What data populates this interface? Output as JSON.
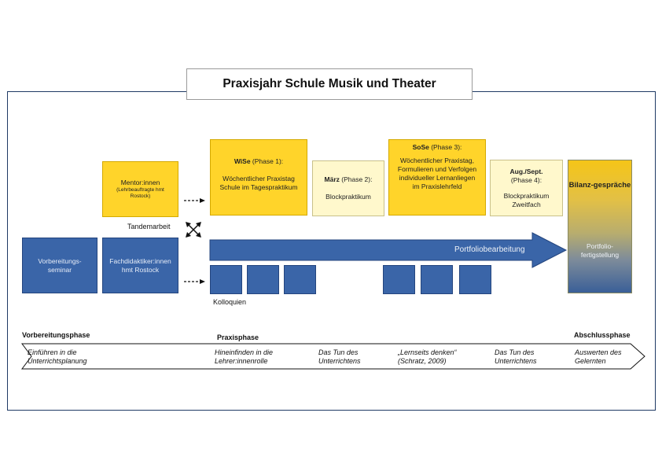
{
  "title": "Praxisjahr Schule Musik und Theater",
  "boxes": {
    "mentor": {
      "line1": "Mentor:innen",
      "line2": "(Lehrbeauftragte hmt Rostock)"
    },
    "wise": {
      "head": "WiSe",
      "head_suffix": " (Phase 1):",
      "body": "Wöchentlicher Praxistag Schule im Tagespraktikum"
    },
    "maerz": {
      "head": "März",
      "head_suffix": " (Phase 2):",
      "body": "Blockpraktikum"
    },
    "sose": {
      "head": "SoSe",
      "head_suffix": " (Phase 3):",
      "body": "Wöchentlicher Praxistag, Formulieren und Verfolgen individueller Lernanliegen im Praxislehrfeld"
    },
    "aug": {
      "head": "Aug./Sept.",
      "head_suffix": "(Phase 4):",
      "body": "Blockpraktikum Zweitfach"
    },
    "vorbereitung": "Vorbereitungs-seminar",
    "fachdidaktik": "Fachdidaktiker:innen hmt Rostock",
    "bilanz_title": "Bilanz-gespräche",
    "bilanz_sub": "Portfolio-fertigstellung"
  },
  "tandem_label": "Tandemarbeit",
  "arrow_label": "Portfoliobearbeitung",
  "kolloquien_label": "Kolloquien",
  "phases": {
    "vorbereitung": "Vorbereitungsphase",
    "praxis": "Praxisphase",
    "abschluss": "Abschlussphase"
  },
  "timeline": [
    "Einführen in die Unterrichtsplanung",
    "Hineinfinden in die Lehrer:innenrolle",
    "Das Tun des Unterrichtens",
    "„Lernseits denken“ (Schratz, 2009)",
    "Das Tun des Unterrichtens",
    "Auswerten des Gelernten"
  ],
  "colors": {
    "yellow": "#ffd42a",
    "pale_yellow": "#fff8cc",
    "blue": "#3a65a8",
    "frame": "#1f3a64"
  }
}
